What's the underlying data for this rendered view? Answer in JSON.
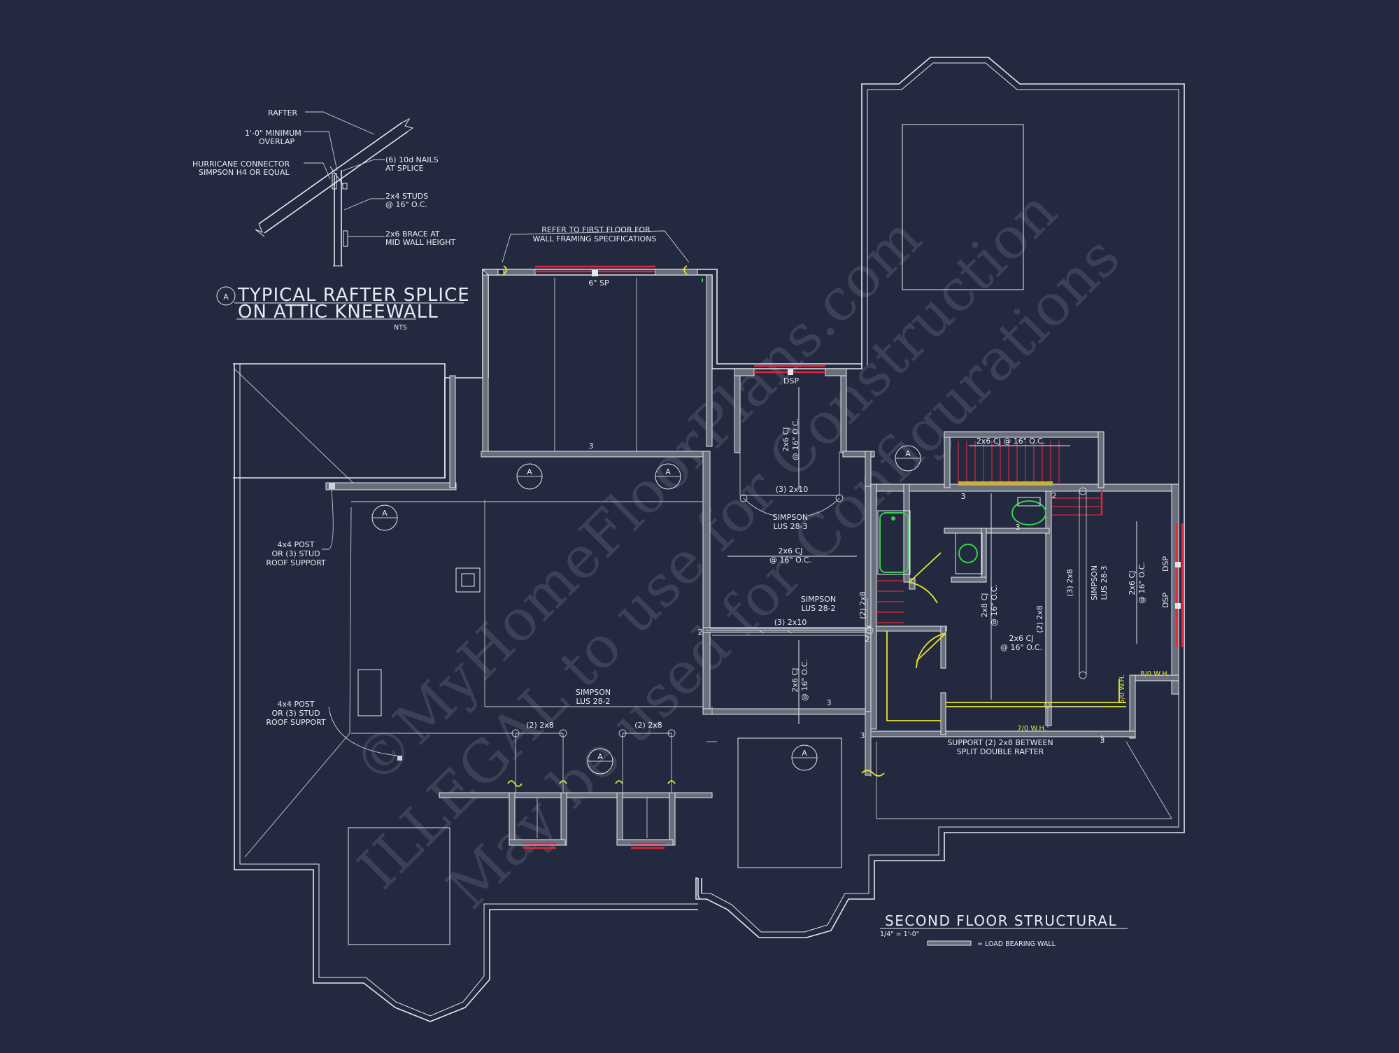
{
  "colors": {
    "background": "#232a3f",
    "linework": "#e6e8ef",
    "load_bearing": "#6a6f7c",
    "beam_red": "#e2263c",
    "accent_yellow": "#e8e62d",
    "fixture_green": "#37d14a",
    "watermark": "#6f7487"
  },
  "detail": {
    "marker": "A",
    "title_line1": "TYPICAL RAFTER SPLICE",
    "title_line2": "ON ATTIC KNEEWALL",
    "scale": "NTS",
    "callouts": {
      "rafter": "RAFTER",
      "overlap_1": "1'-0\" MINIMUM",
      "overlap_2": "OVERLAP",
      "hurricane_1": "HURRICANE CONNECTOR",
      "hurricane_2": "SIMPSON H4 OR EQUAL",
      "nails_1": "(6) 10d NAILS",
      "nails_2": "AT SPLICE",
      "studs_1": "2x4 STUDS",
      "studs_2": "@ 16\" O.C.",
      "brace_1": "2x6 BRACE AT",
      "brace_2": "MID WALL HEIGHT"
    }
  },
  "plan": {
    "title": "SECOND FLOOR STRUCTURAL",
    "scale": "1/4\" = 1'-0\"",
    "legend": "= LOAD BEARING WALL",
    "notes": {
      "refer_1": "REFER TO FIRST FLOOR FOR",
      "refer_2": "WALL FRAMING SPECIFICATIONS",
      "header_6sp": "6\" SP",
      "dsp_top": "DSP",
      "dsp_right_1": "DSP",
      "dsp_right_2": "DSP",
      "cj_vert_1": "2x6 CJ",
      "cj_vert_2": "@ 16\" O.C.",
      "beam_3_2x10_a": "(3) 2x10",
      "simpson_a_1": "SIMPSON",
      "simpson_a_2": "LUS 28-3",
      "cj_horiz_1": "2x6 CJ",
      "cj_horiz_2": "@ 16\" O.C.",
      "simpson_b_1": "SIMPSON",
      "simpson_b_2": "LUS 28-2",
      "beam_2_2x8_v": "(2) 2x8",
      "beam_3_2x10_b": "(3) 2x10",
      "cj_low_1": "2x6 CJ",
      "cj_low_2": "@ 16\" O.C.",
      "post_a_1": "4x4 POST",
      "post_a_2": "OR (3) STUD",
      "post_a_3": "ROOF SUPPORT",
      "post_b_1": "4x4 POST",
      "post_b_2": "OR (3) STUD",
      "post_b_3": "ROOF SUPPORT",
      "simpson_c_1": "SIMPSON",
      "simpson_c_2": "LUS 28-2",
      "beam_2x8_l": "(2) 2x8",
      "beam_2x8_r": "(2) 2x8",
      "stair_cj": "2x6 CJ @ 16\" O.C.",
      "cj_2x8_1": "2x8 CJ",
      "cj_2x8_2": "@ 16\" O.C.",
      "beam_2x8_c": "(2) 2x8",
      "cj_bath_1": "2x6 CJ",
      "cj_bath_2": "@ 16\" O.C.",
      "beam_3x8": "(3) 2x8",
      "simpson_d_1": "SIMPSON",
      "simpson_d_2": "LUS 28-3",
      "cj_right_1": "2x6 CJ",
      "cj_right_2": "@ 16\" O.C.",
      "wh_8": "8/0 W.H.",
      "wh_5": "5/0 W.H.",
      "wh_7": "7/0 W.H.",
      "support_1": "SUPPORT (2) 2x8 BETWEEN",
      "support_2": "SPLIT DOUBLE RAFTER",
      "n3": "3",
      "n2": "2"
    },
    "section_markers": [
      "A",
      "A",
      "A",
      "A",
      "A",
      "A",
      "A"
    ]
  },
  "watermark": {
    "line1": "©MyHomeFloorPlans.com",
    "line2": "ILLEGAL to use for Construction",
    "line3": "May be used for Configurations"
  }
}
